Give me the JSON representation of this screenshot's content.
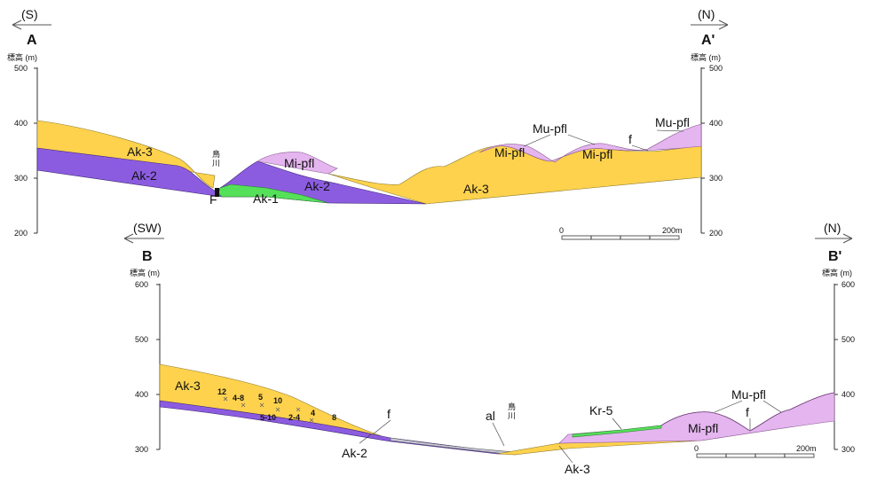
{
  "sectionA": {
    "left_dir": "(S)",
    "right_dir": "(N)",
    "left_label": "A",
    "right_label": "A'",
    "axis_title": "標高 (m)",
    "ticks": [
      "500",
      "400",
      "300",
      "200"
    ],
    "units": {
      "ak3_left": "Ak-3",
      "ak2_left": "Ak-2",
      "mipfl_center": "Mi-pfl",
      "ak2_center": "Ak-2",
      "ak1": "Ak-1",
      "ak3_right": "Ak-3",
      "mupfl_mid": "Mu-pfl",
      "mipfl_r1": "Mi-pfl",
      "mipfl_r2": "Mi-pfl",
      "f_right": "f",
      "mupfl_right": "Mu-pfl"
    },
    "river": "鳥\n川",
    "fault": "F",
    "scale_start": "0",
    "scale_end": "200m"
  },
  "sectionB": {
    "left_dir": "(SW)",
    "right_dir": "(N)",
    "left_label": "B",
    "right_label": "B'",
    "axis_title": "標高 (m)",
    "ticks": [
      "600",
      "500",
      "400",
      "300"
    ],
    "units": {
      "ak3_left": "Ak-3",
      "f_left": "f",
      "ak2": "Ak-2",
      "al": "al",
      "ak3_bottom": "Ak-3",
      "kr5": "Kr-5",
      "mupfl": "Mu-pfl",
      "f_right": "f",
      "mipfl": "Mi-pfl"
    },
    "river": "鳥\n川",
    "samples": [
      "12",
      "4-8",
      "5",
      "10",
      "5-10",
      "2-4",
      "4",
      "8"
    ],
    "scale_start": "0",
    "scale_end": "200m"
  },
  "colors": {
    "ak3": "#FFD24D",
    "ak2": "#8C5CE0",
    "ak1": "#55E05A",
    "mipfl": "#E4B5EE",
    "kr5": "#55E05A",
    "axis": "#333333"
  }
}
